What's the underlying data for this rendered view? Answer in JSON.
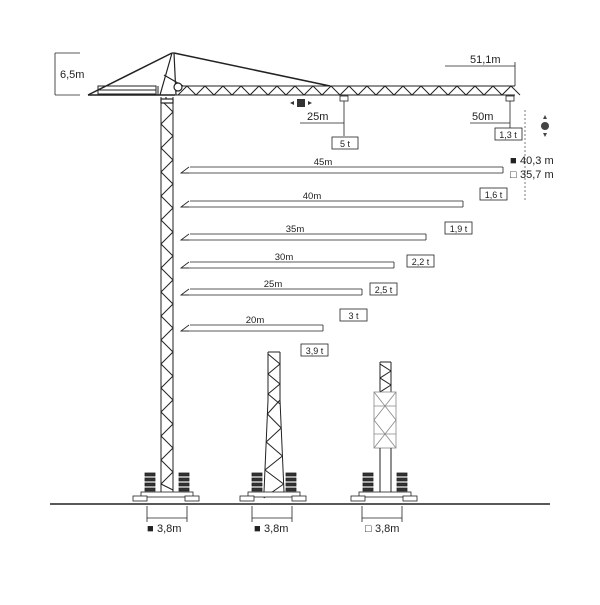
{
  "dims": {
    "jib_length": "51,1m",
    "tower_top_height": "6,5m",
    "trolley_reach": "25m",
    "reach_50": "50m",
    "height_a": "40,3 m",
    "height_b": "35,7 m"
  },
  "capacities": {
    "trolley_25m": "5 t",
    "tip_50m": "1,3 t"
  },
  "load_chart": [
    {
      "reach": "45m",
      "capacity": "1,6 t"
    },
    {
      "reach": "40m",
      "capacity": "1,9 t"
    },
    {
      "reach": "35m",
      "capacity": "2,2 t"
    },
    {
      "reach": "30m",
      "capacity": "2,5 t"
    },
    {
      "reach": "25m",
      "capacity": "3 t"
    },
    {
      "reach": "20m",
      "capacity": "3,9 t"
    }
  ],
  "bases": [
    {
      "marker": "■",
      "width": "3,8m"
    },
    {
      "marker": "■",
      "width": "3,8m"
    },
    {
      "marker": "□",
      "width": "3,8m"
    }
  ],
  "legend": {
    "filled_marker": "■",
    "open_marker": "□"
  },
  "colors": {
    "line": "#222222",
    "accent_dot": "#444444"
  }
}
